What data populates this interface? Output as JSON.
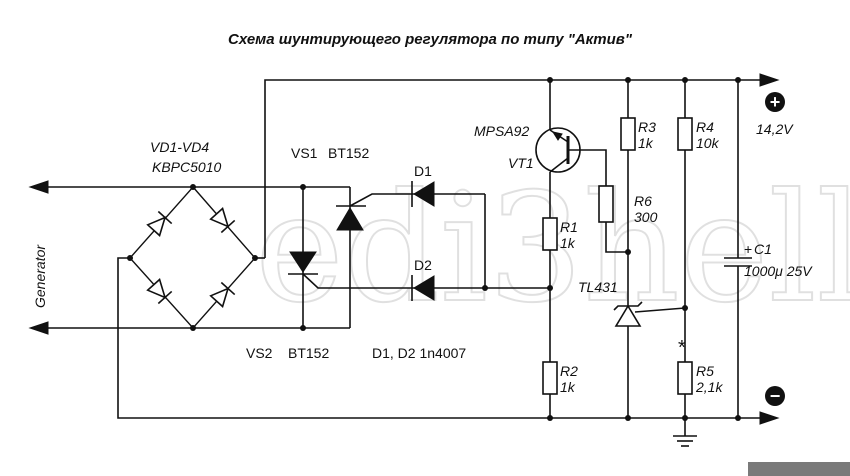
{
  "title": "Схема шунтирующего регулятора по типу \"Актив\"",
  "watermark": "edi3hell",
  "generator_label": "Generator",
  "bridge": {
    "name": "VD1-VD4",
    "part": "KBPC5010"
  },
  "vs1": {
    "name": "VS1",
    "part": "BT152"
  },
  "vs2": {
    "name": "VS2",
    "part": "BT152"
  },
  "d1": {
    "name": "D1"
  },
  "d2": {
    "name": "D2"
  },
  "diodes_note": "D1, D2 1n4007",
  "transistor": {
    "part": "MPSA92",
    "name": "VT1"
  },
  "r1": {
    "name": "R1",
    "value": "1k"
  },
  "r2": {
    "name": "R2",
    "value": "1k"
  },
  "r3": {
    "name": "R3",
    "value": "1k"
  },
  "r4": {
    "name": "R4",
    "value": "10k"
  },
  "r5": {
    "name": "R5",
    "value": "2,1k",
    "mark": "*"
  },
  "r6": {
    "name": "R6",
    "value": "300"
  },
  "regulator": {
    "part": "TL431"
  },
  "c1": {
    "name": "C1",
    "value": "1000μ 25V",
    "polarity": "+"
  },
  "output": {
    "plus": "+",
    "minus": "−",
    "voltage": "14,2V"
  }
}
